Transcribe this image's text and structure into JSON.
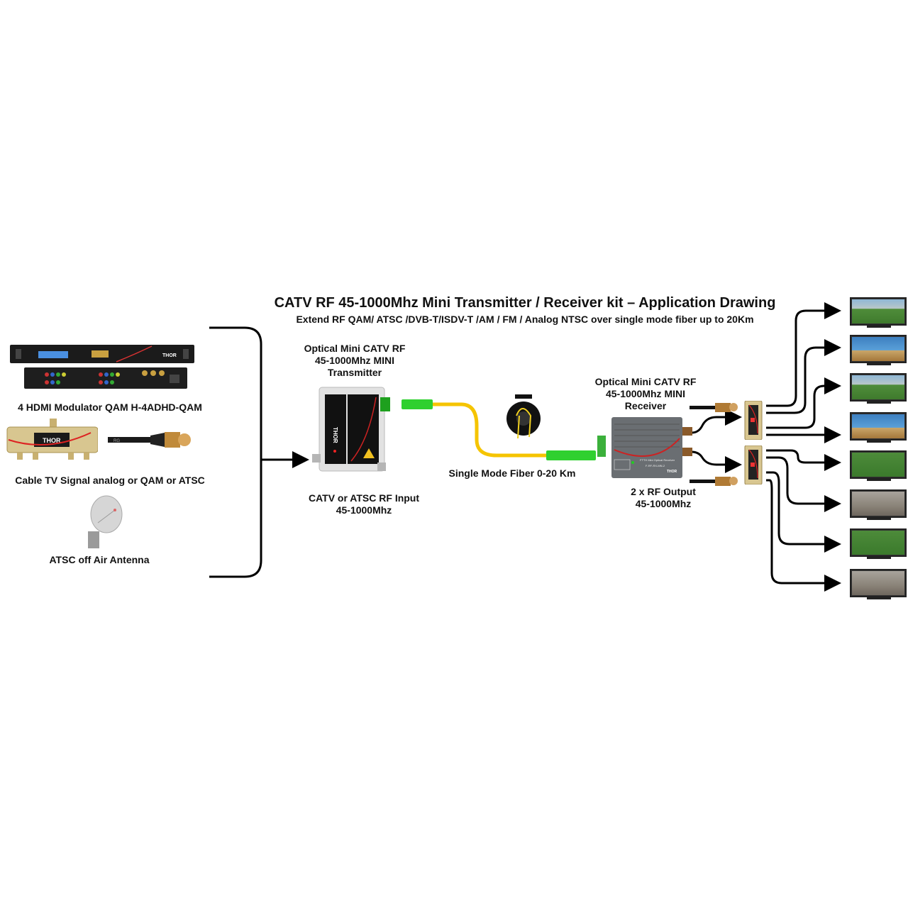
{
  "title": "CATV RF 45-1000Mhz Mini Transmitter / Receiver kit – Application Drawing",
  "subtitle": "Extend RF QAM/ ATSC /DVB-T/ISDV-T /AM / FM / Analog NTSC over single mode fiber up to 20Km",
  "sources": [
    {
      "label": "4 HDMI Modulator QAM H-4ADHD-QAM",
      "icon": "rack-modulator-icon",
      "brand": "THOR"
    },
    {
      "label": "Cable TV Signal analog or QAM or ATSC",
      "icon": "coax-splitter-icon",
      "brand": "THOR",
      "cable_tag": "RG"
    },
    {
      "label": "ATSC off Air Antenna",
      "icon": "dish-antenna-icon"
    }
  ],
  "transmitter": {
    "label_line1": "Optical Mini CATV RF",
    "label_line2": "45-1000Mhz MINI",
    "label_line3": "Transmitter",
    "input_line1": "CATV or ATSC RF Input",
    "input_line2": "45-1000Mhz",
    "brand": "THOR"
  },
  "fiber": {
    "label": "Single Mode Fiber 0-20 Km",
    "color": "#f5c400",
    "connector_color": "#22cc22"
  },
  "receiver": {
    "label_line1": "Optical Mini CATV RF",
    "label_line2": "45-1000Mhz MINI",
    "label_line3": "Receiver",
    "output_line1": "2 x RF Output",
    "output_line2": "45-1000Mhz",
    "panel_text": "FTTH Mini Optical Receiver",
    "model": "F-RF-RX-MN-2",
    "brand": "THOR"
  },
  "splitters": [
    {
      "name": "splitter-top",
      "outputs": 4
    },
    {
      "name": "splitter-bottom",
      "outputs": 4
    }
  ],
  "tvs": [
    {
      "scene": "soccer"
    },
    {
      "scene": "beach"
    },
    {
      "scene": "soccer"
    },
    {
      "scene": "beach"
    },
    {
      "scene": "kids"
    },
    {
      "scene": "skim"
    },
    {
      "scene": "kids"
    },
    {
      "scene": "skim"
    }
  ]
}
